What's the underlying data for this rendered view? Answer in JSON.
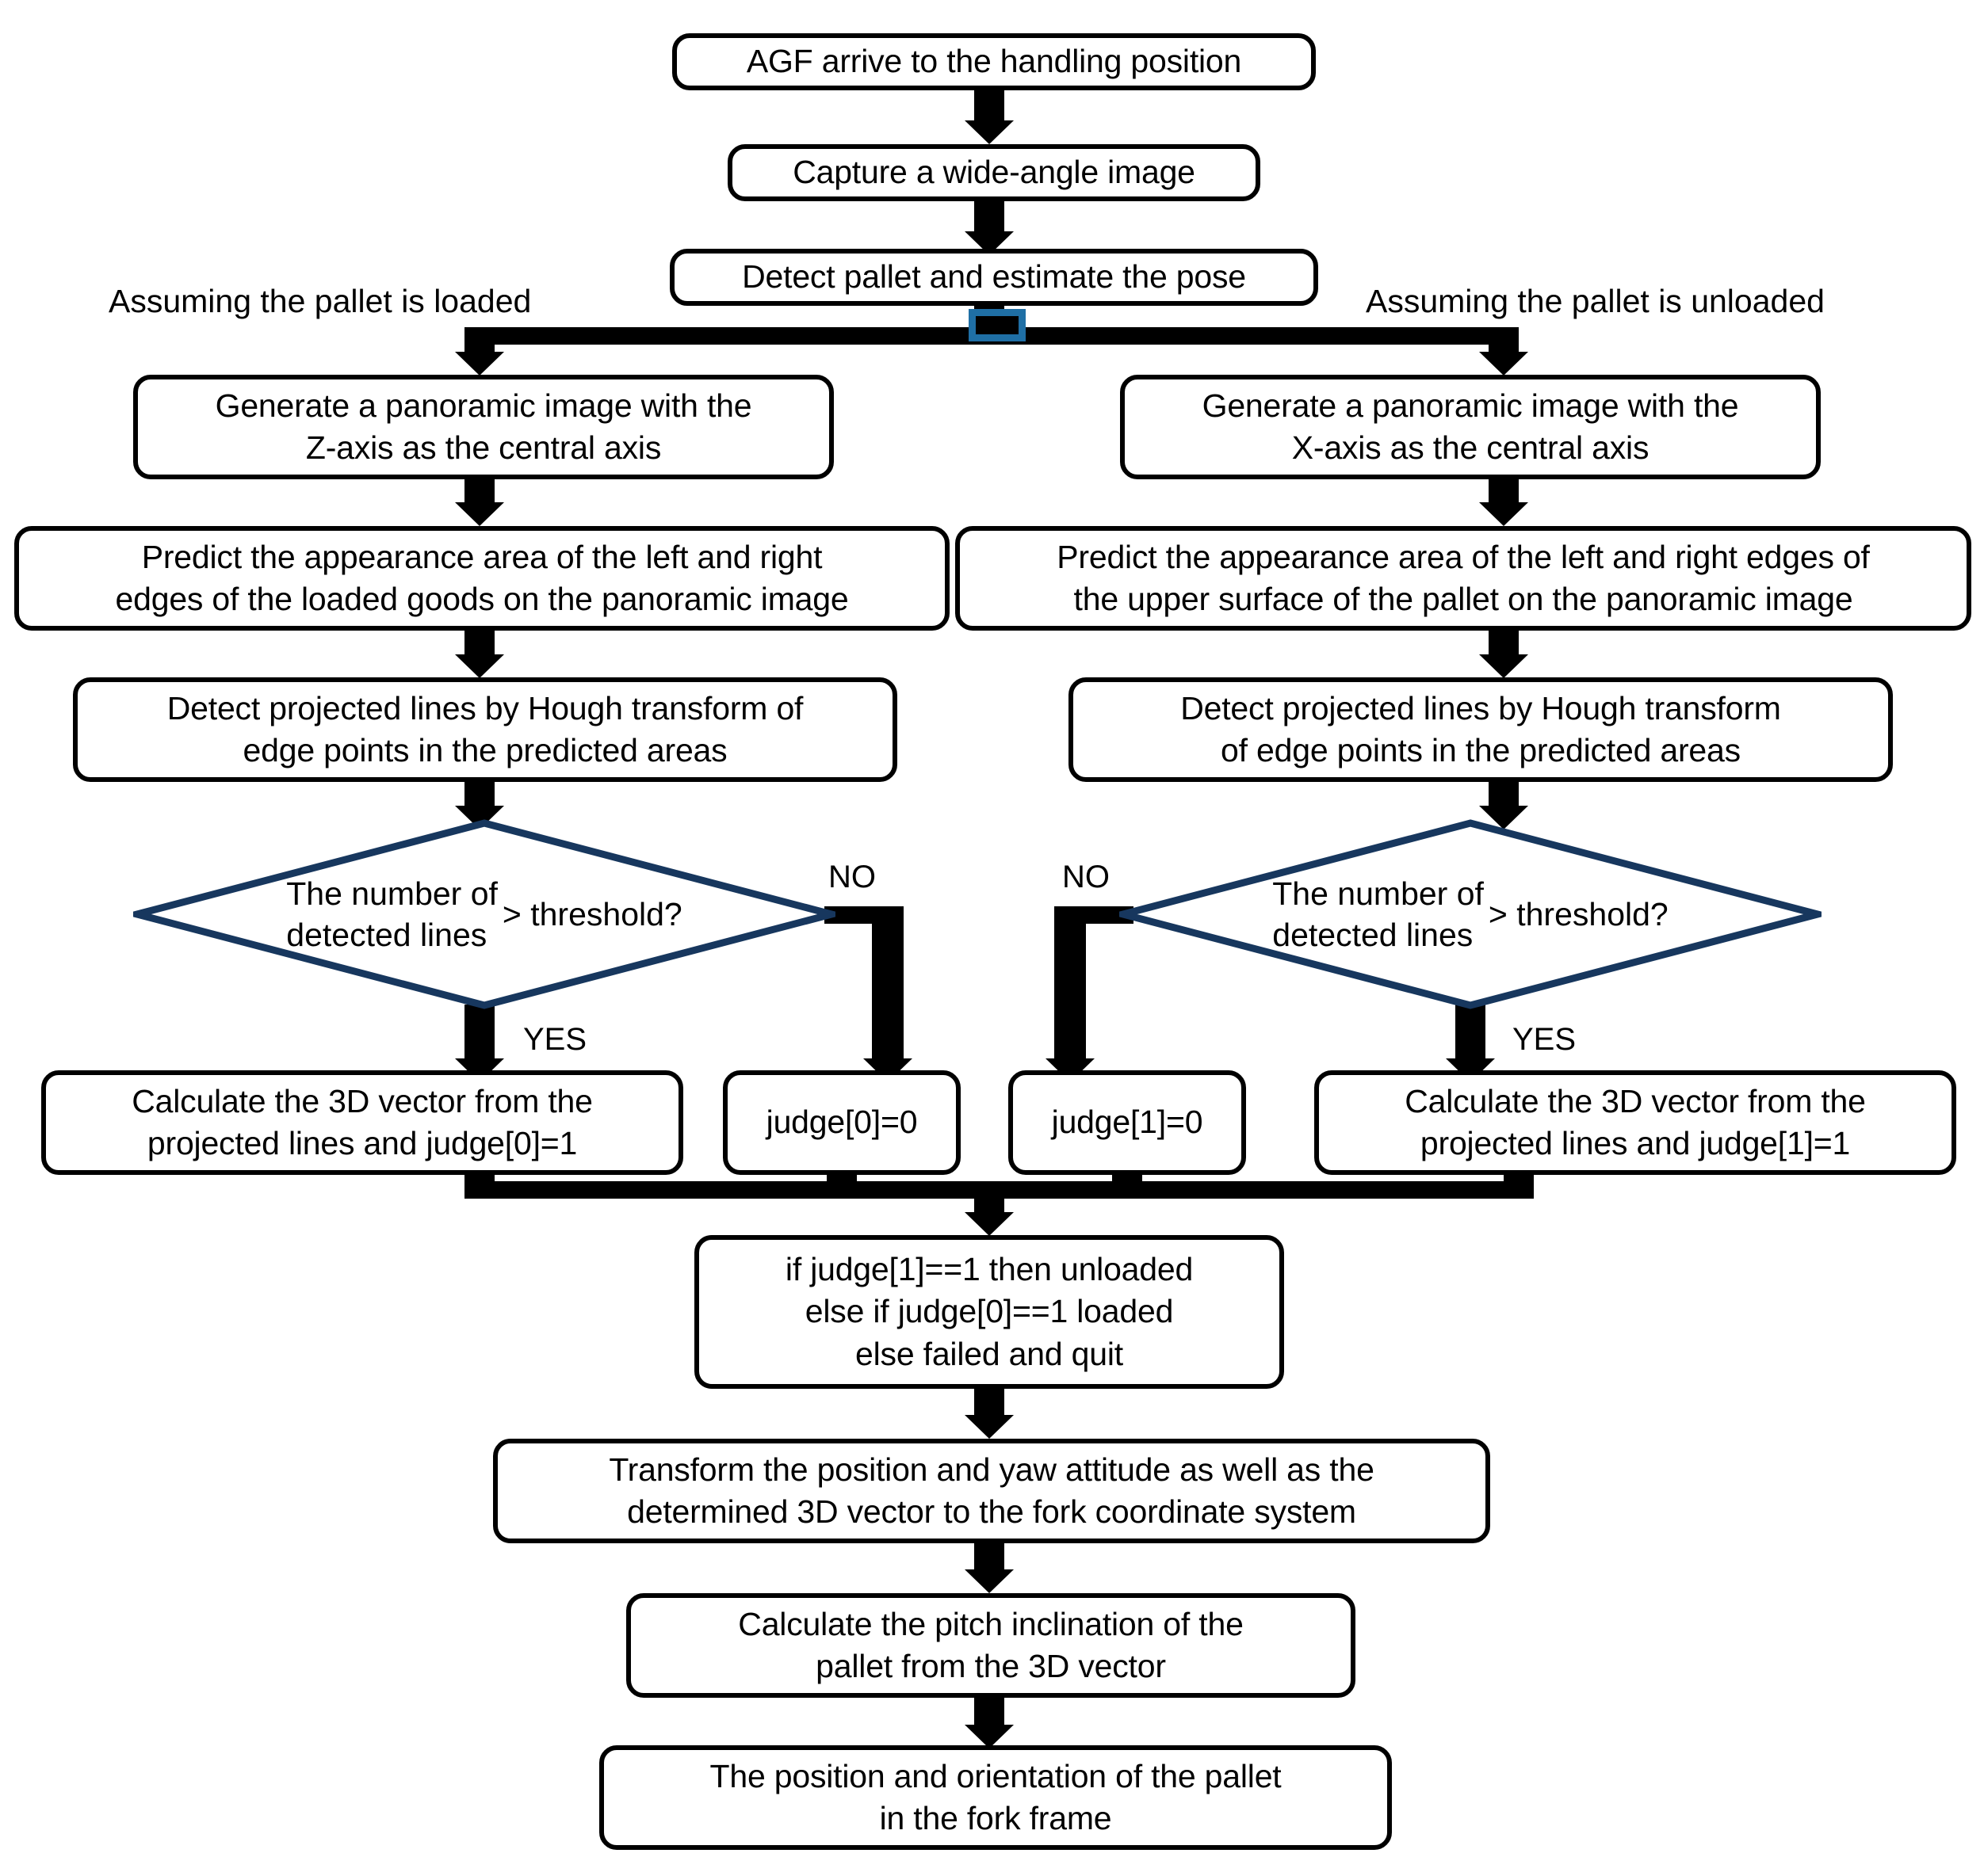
{
  "diagram": {
    "title": "AGF pallet pose estimation flowchart",
    "accent_blue": "#1F6FA5",
    "diamond_stroke": "#17375E",
    "line_color": "#000000"
  },
  "nodes": {
    "n1": "AGF arrive to the handling position",
    "n2": "Capture a wide-angle image",
    "n3": "Detect pallet and estimate the pose",
    "left_gen_l1": "Generate a panoramic image with the",
    "left_gen_l2": "Z-axis as the central axis",
    "right_gen_l1": "Generate a panoramic image with the",
    "right_gen_l2": "X-axis as the central axis",
    "left_predict_l1": "Predict the appearance area of the left and right",
    "left_predict_l2": "edges of the loaded goods on the panoramic image",
    "right_predict_l1": "Predict the appearance area of the left and right edges of",
    "right_predict_l2": "the upper surface of the pallet on the panoramic image",
    "left_hough_l1": "Detect projected lines by Hough transform of",
    "left_hough_l2": "edge points in the predicted areas",
    "right_hough_l1": "Detect projected lines by Hough transform",
    "right_hough_l2": "of edge points in the predicted areas",
    "left_calc_l1": "Calculate the 3D  vector from the",
    "left_calc_l2": "projected lines and judge[0]=1",
    "right_calc_l1": "Calculate the 3D  vector from the",
    "right_calc_l2": "projected lines and judge[1]=1",
    "judge0": "judge[0]=0",
    "judge1": "judge[1]=0",
    "merge_l1": "if judge[1]==1 then unloaded",
    "merge_l2": "else if judge[0]==1 loaded",
    "merge_l3": "else failed and quit",
    "transform_l1": "Transform the position and yaw attitude as well as the",
    "transform_l2": "determined 3D vector to the fork coordinate system",
    "pitch_l1": "Calculate the pitch inclination of the",
    "pitch_l2": "pallet from the 3D vector",
    "result_l1": "The position and orientation of the pallet",
    "result_l2": "in the fork frame"
  },
  "decisions": {
    "left": {
      "line1": "The number of",
      "line2": "detected lines",
      "tail": "> threshold?"
    },
    "right": {
      "line1": "The number of",
      "line2": "detected lines",
      "tail": "> threshold?"
    }
  },
  "captions": {
    "assume_loaded": "Assuming the pallet is loaded",
    "assume_unloaded": "Assuming the pallet is unloaded"
  },
  "edge_labels": {
    "left_no": "NO",
    "left_yes": "YES",
    "right_no": "NO",
    "right_yes": "YES"
  }
}
